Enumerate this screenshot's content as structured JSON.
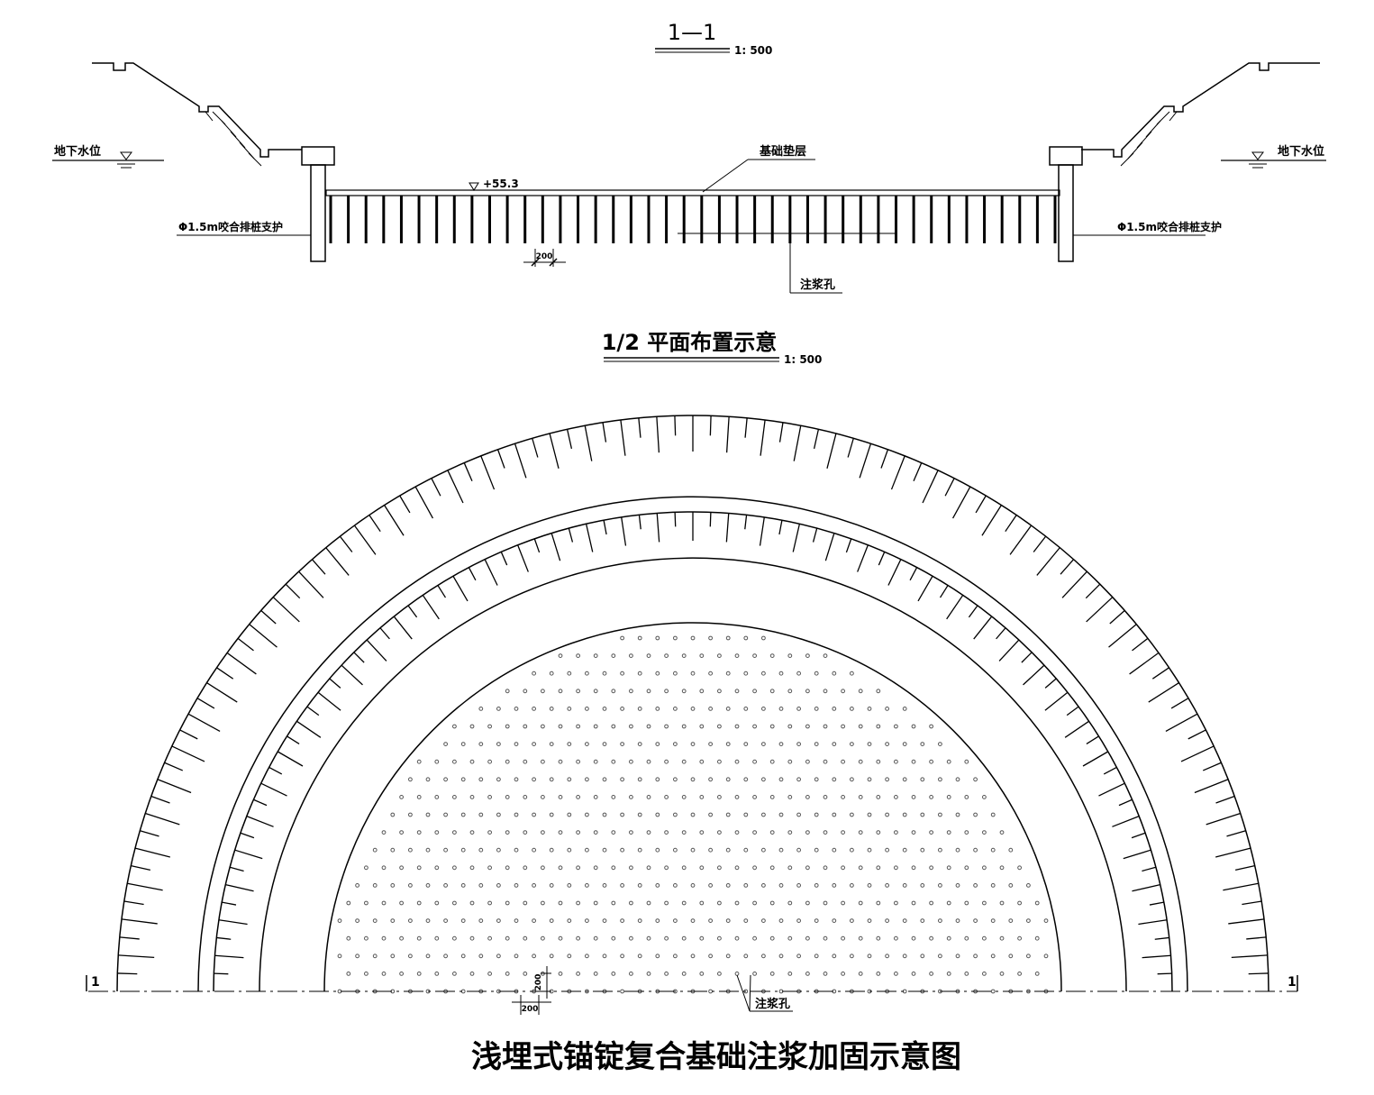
{
  "section": {
    "title": "1—1",
    "scale": "1: 500",
    "groundwater_left": "地下水位",
    "groundwater_right": "地下水位",
    "cushion_label": "基础垫层",
    "elevation_label": "+55.3",
    "pile_support_left": "Φ1.5m咬合排桩支护",
    "pile_support_right": "Φ1.5m咬合排桩支护",
    "spacing_dim": "200",
    "grout_hole_label": "注浆孔"
  },
  "plan": {
    "title": "1/2 平面布置示意",
    "scale": "1: 500",
    "section_mark_left": "1",
    "section_mark_right": "1",
    "spacing_dim_h": "200",
    "spacing_dim_v": "200",
    "grout_hole_label": "注浆孔"
  },
  "caption": "浅埋式锚锭复合基础注浆加固示意图",
  "colors": {
    "line": "#000000",
    "background": "#ffffff",
    "grout_hole": "#555555"
  }
}
